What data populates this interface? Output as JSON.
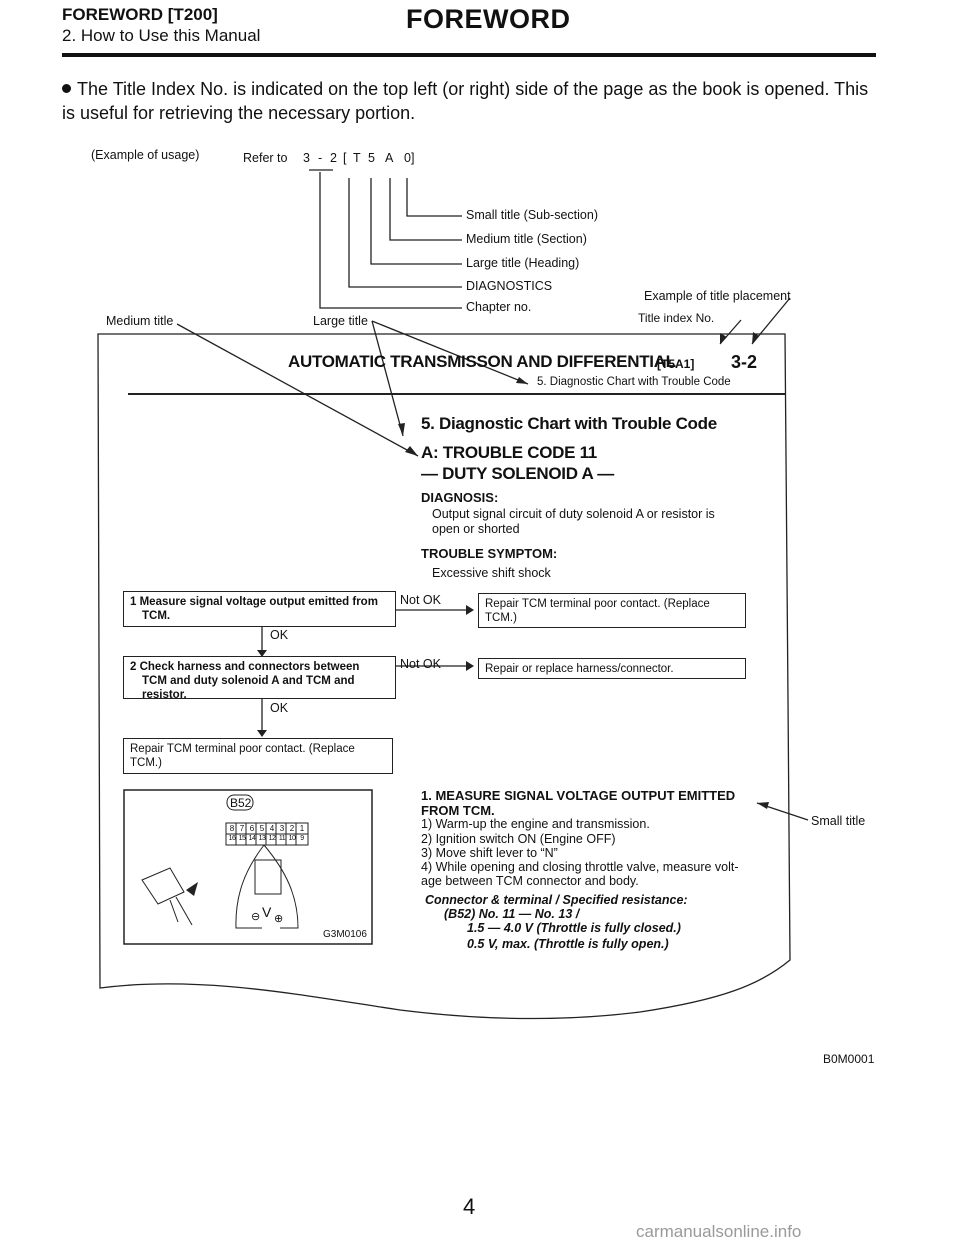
{
  "header": {
    "section": "FOREWORD [T200]",
    "subsection": "2. How to Use this Manual",
    "title": "FOREWORD"
  },
  "intro_text": "The Title Index No. is indicated on the top left (or right) side of the page as the book is opened. This is useful for retrieving the necessary portion.",
  "figure": {
    "example_usage": "(Example of usage)",
    "refer_to": "Refer to",
    "ref_chars": [
      "3",
      "-",
      "2",
      "[",
      "T",
      "5",
      "A",
      "0]"
    ],
    "legend": [
      "Small title (Sub-section)",
      "Medium title (Section)",
      "Large title (Heading)",
      "DIAGNOSTICS",
      "Chapter no."
    ],
    "example_placement": "Example of title placement",
    "title_index_label": "Title index No.",
    "medium_title_label": "Medium title",
    "large_title_label": "Large title",
    "small_title_label": "Small title",
    "page": {
      "chapter_title": "AUTOMATIC TRANSMISSON AND DIFFERENTIAL",
      "index_code": "[T5A1]",
      "chapter_no": "3-2",
      "running_head": "5. Diagnostic Chart with Trouble Code",
      "heading": "5. Diagnostic Chart with Trouble Code",
      "section_line1": "A: TROUBLE CODE 11",
      "section_line2": "— DUTY SOLENOID A —",
      "diagnosis_label": "DIAGNOSIS:",
      "diagnosis_line1": "Output signal circuit of duty solenoid A or resistor is",
      "diagnosis_line2": "open or shorted",
      "symptom_label": "TROUBLE SYMPTOM:",
      "symptom_text": "Excessive shift shock",
      "flow": {
        "step1_line1": "1  Measure signal voltage output emitted from",
        "step1_line2": "TCM.",
        "not_ok_1": "Not OK",
        "result1_line1": "Repair TCM terminal poor contact. (Replace",
        "result1_line2": "TCM.)",
        "ok_1": "OK",
        "step2_line1": "2  Check harness and connectors between",
        "step2_line2": "TCM and duty solenoid A and TCM and",
        "step2_line3": "resistor.",
        "not_ok_2": "Not OK",
        "result2": "Repair or replace harness/connector.",
        "ok_2": "OK",
        "final_line1": "Repair TCM terminal poor contact. (Replace",
        "final_line2": "TCM.)"
      },
      "diagram": {
        "connector": "B52",
        "pins_top": [
          "8",
          "7",
          "6",
          "5",
          "4",
          "3",
          "2",
          "1"
        ],
        "pins_bottom": [
          "16",
          "15",
          "14",
          "13",
          "12",
          "11",
          "10",
          "9"
        ],
        "meter_symbol": "V",
        "minus": "⊖",
        "plus": "⊕",
        "code": "G3M0106"
      },
      "small_title_line1": "1.  MEASURE SIGNAL VOLTAGE OUTPUT EMITTED",
      "small_title_line2": "FROM TCM.",
      "steps": [
        "1)  Warm-up the engine and transmission.",
        "2)  Ignition switch ON (Engine OFF)",
        "3)  Move shift lever to “N”",
        "4)  While opening and closing throttle valve, measure volt-",
        "age between TCM connector and body."
      ],
      "spec_label": "Connector & terminal / Specified resistance:",
      "spec_line1": "(B52)  No. 11 — No. 13 /",
      "spec_line2": "1.5 — 4.0  V  (Throttle is fully closed.)",
      "spec_line3": "0.5 V, max. (Throttle is fully open.)"
    },
    "figure_code": "B0M0001"
  },
  "page_number": "4",
  "watermark": "carmanualsonline.info"
}
